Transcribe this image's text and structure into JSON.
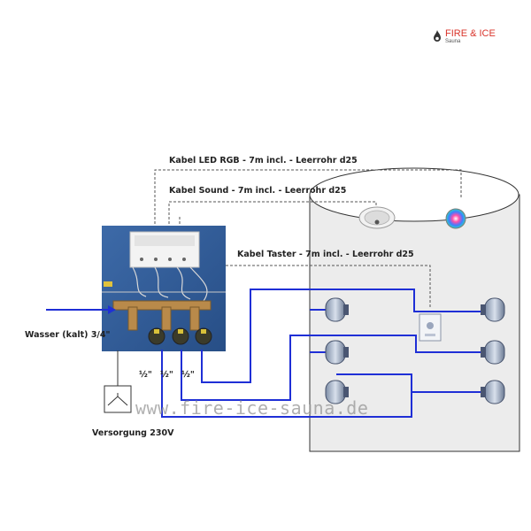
{
  "brand": {
    "name": "FIRE & ICE",
    "sub": "Sauna",
    "icon": "flame-drop-icon"
  },
  "labels": {
    "cable_led": "Kabel LED RGB - 7m incl. - Leerrohr d25",
    "cable_sound": "Kabel Sound - 7m incl. - Leerrohr d25",
    "cable_button": "Kabel Taster - 7m incl. - Leerrohr d25",
    "water": "Wasser (kalt) 3/4\"",
    "half1": "½\"",
    "half2": "½\"",
    "half3": "½\"",
    "power": "Versorgung 230V"
  },
  "watermark": "www.fire-ice-sauna.de",
  "colors": {
    "pipe": "#1f2fd6",
    "brand": "#d9342b",
    "dashed": "#555555"
  }
}
